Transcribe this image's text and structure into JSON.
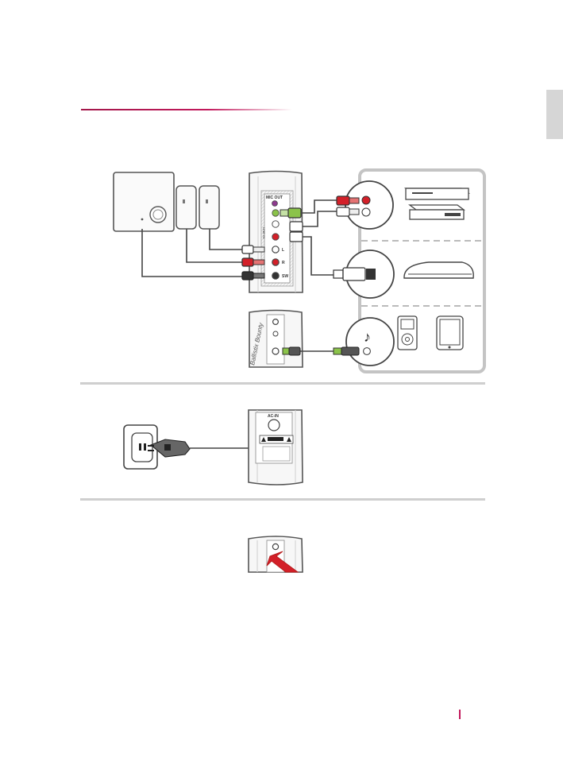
{
  "labels": {
    "mic_out": "MIC OUT",
    "line_in": "LINE IN",
    "left": "L",
    "right": "R",
    "sub": "SW",
    "ac_in": "AC-IN",
    "brand": "Ballistix Bounty",
    "music_note": "♪"
  },
  "colors": {
    "accent": "#c2185b",
    "red_plug": "#d32029",
    "green_plug": "#8bc34a",
    "frame": "#bdbdbd"
  },
  "icons": [
    "speaker-set",
    "wall-outlet-icon",
    "power-plug-icon",
    "dvd-player-icon",
    "set-top-box-icon",
    "game-console-icon",
    "mp3-player-icon",
    "tablet-icon",
    "music-note-icon",
    "arrow-icon",
    "power-button-icon"
  ]
}
